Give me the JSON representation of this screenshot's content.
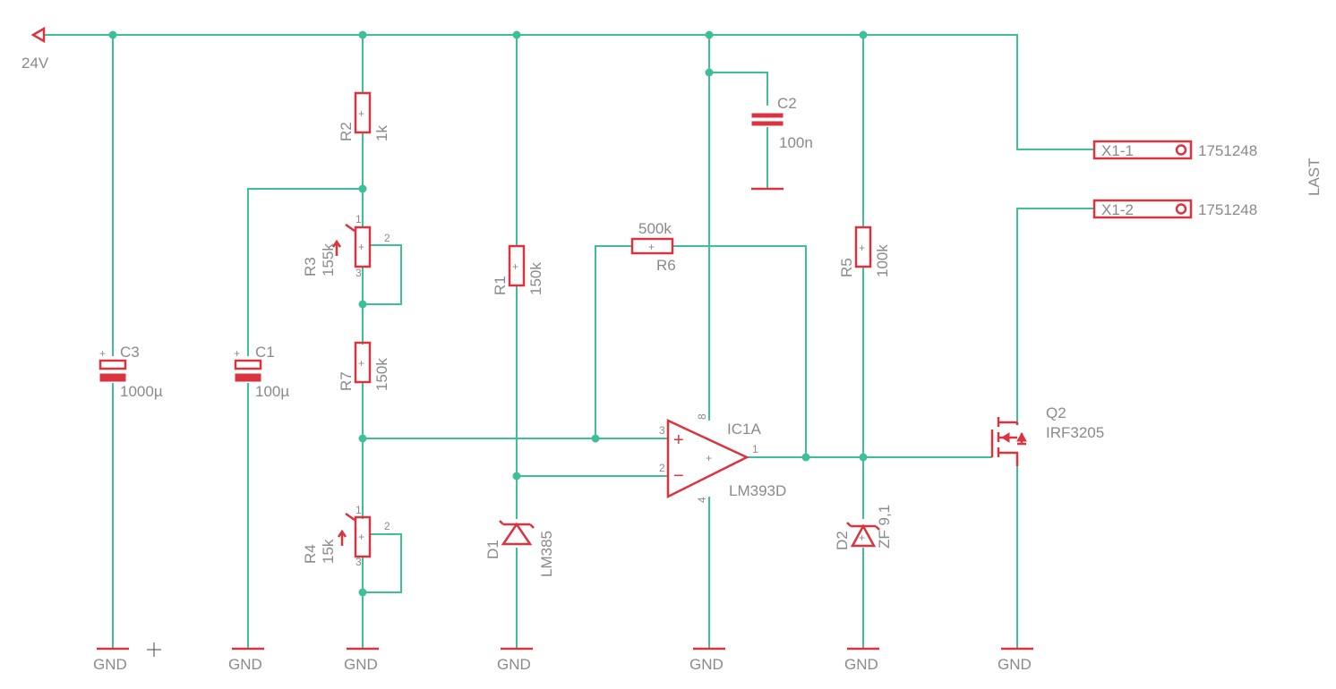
{
  "supply": {
    "label": "24V"
  },
  "ground_label": "GND",
  "load_label": "LAST",
  "components": {
    "C3": {
      "ref": "C3",
      "value": "1000µ"
    },
    "C1": {
      "ref": "C1",
      "value": "100µ"
    },
    "C2": {
      "ref": "C2",
      "value": "100n"
    },
    "R2": {
      "ref": "R2",
      "value": "1k"
    },
    "R3": {
      "ref": "R3",
      "value": "155k"
    },
    "R7": {
      "ref": "R7",
      "value": "150k"
    },
    "R4": {
      "ref": "R4",
      "value": "15k"
    },
    "R1": {
      "ref": "R1",
      "value": "150k"
    },
    "R6": {
      "ref": "R6",
      "value": "500k"
    },
    "R5": {
      "ref": "R5",
      "value": "100k"
    },
    "D1": {
      "ref": "D1",
      "value": "LM385"
    },
    "D2": {
      "ref": "D2",
      "value": "ZF 9,1"
    },
    "IC1": {
      "ref": "IC1A",
      "value": "LM393D"
    },
    "Q2": {
      "ref": "Q2",
      "value": "IRF3205"
    },
    "X1_1": {
      "ref": "X1-1",
      "value": "1751248"
    },
    "X1_2": {
      "ref": "X1-2",
      "value": "1751248"
    }
  },
  "pins": {
    "pot_1": "1",
    "pot_2": "2",
    "pot_3": "3",
    "ic_in_plus": "3",
    "ic_in_minus": "2",
    "ic_out": "1",
    "ic_vcc": "8",
    "ic_gnd": "4",
    "ic_plus_sign": "+",
    "ic_minus_sign": "−"
  }
}
